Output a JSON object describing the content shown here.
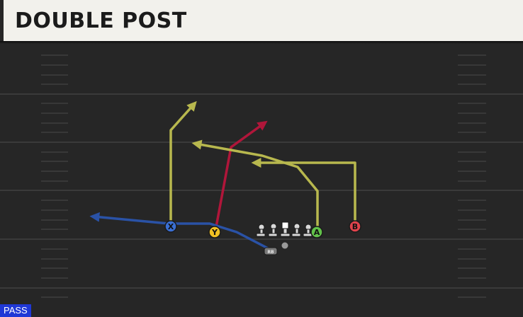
{
  "play": {
    "title": "DOUBLE POST",
    "type_badge": "PASS"
  },
  "players": [
    {
      "id": "X",
      "label": "X",
      "color": "#3a6fd4"
    },
    {
      "id": "Y",
      "label": "Y",
      "color": "#f0c024"
    },
    {
      "id": "A",
      "label": "A",
      "color": "#62c24a"
    },
    {
      "id": "B",
      "label": "B",
      "color": "#e0434c"
    },
    {
      "id": "RB",
      "label": "RB",
      "color": "#7a7a7a"
    }
  ],
  "route_colors": {
    "yellow": "#b8b84e",
    "red": "#b0163a",
    "blue": "#2a52a6"
  }
}
